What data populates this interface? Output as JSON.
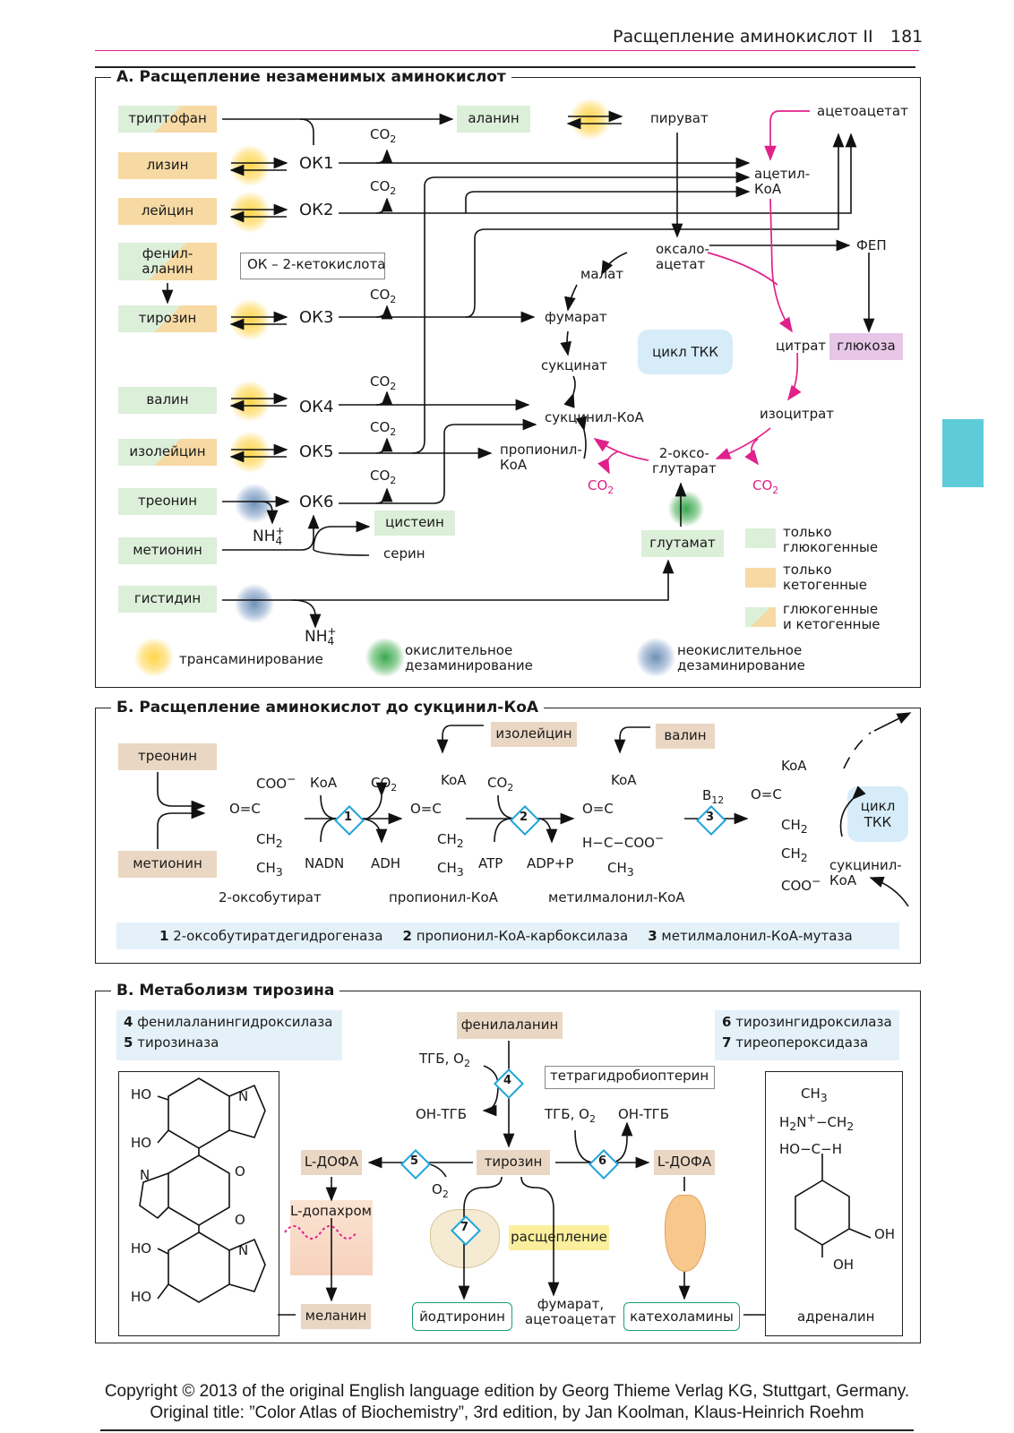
{
  "header": {
    "title": "Расщепление аминокислот II",
    "page": "181"
  },
  "panel_a": {
    "title": "А. Расщепление незаменимых аминокислот",
    "amino": [
      "триптофан",
      "лизин",
      "лейцин",
      "фенил-\nаланин",
      "тирозин",
      "валин",
      "изолейцин",
      "треонин",
      "метионин",
      "гистидин"
    ],
    "ok": [
      "ОК1",
      "ОК2",
      "ОК3",
      "ОК4",
      "ОК5",
      "ОК6"
    ],
    "ok_note": "ОК – 2-кетокислота",
    "co2": "CO",
    "two": "2",
    "alanin": "аланин",
    "piruvat": "пируват",
    "acetoacetat": "ацетоацетат",
    "acetil_koa": "ацетил-\nКоА",
    "oksaloacetat": "оксало-\nацетат",
    "fep": "ФЕП",
    "malat": "малат",
    "fumarat": "фумарат",
    "citrat": "цитрат",
    "glukoza": "глюкоза",
    "cycle": "цикл ТКК",
    "sukcinat": "сукцинат",
    "izocitrat": "изоцитрат",
    "sukcinil_koa": "сукцинил-КоА",
    "propionil_koa": "пропионил-\nКоА",
    "oksoglutarat": "2-оксо-\nглутарат",
    "glutamat": "глутамат",
    "cistein": "цистеин",
    "serin": "серин",
    "nh4": "NH",
    "nh4_sub": "4",
    "nh4_sup": "+",
    "legend": [
      "только\nглюкогенные",
      "только\nкетогенные",
      "глюкогенные\nи кетогенные"
    ],
    "legend_bottom": [
      "трансаминирование",
      "окислительное\nдезаминирование",
      "неокислительное\nдезаминирование"
    ]
  },
  "panel_b": {
    "title": "Б. Расщепление аминокислот до сукцинил-КоА",
    "treonin": "треонин",
    "metionin": "метионин",
    "izoleicin": "изолейцин",
    "valin": "валин",
    "koa": "КоА",
    "nadn": "NADN",
    "adh": "ADH",
    "atp": "ATP",
    "adp": "ADP+P",
    "b12": "B",
    "b12_sub": "12",
    "names": [
      "2-оксобутират",
      "пропионил-КоА",
      "метилмалонил-КоА"
    ],
    "cycle": "цикл\nТКК",
    "sukcinil": "сукцинил-\nКоА",
    "enzymes": [
      {
        "n": "1",
        "name": "2-оксобутиратдегидрогеназа"
      },
      {
        "n": "2",
        "name": "пропионил-КоА-карбоксилаза"
      },
      {
        "n": "3",
        "name": "метилмалонил-КоА-мутаза"
      }
    ]
  },
  "panel_c": {
    "title": "В. Метаболизм тирозина",
    "enz_left": [
      {
        "n": "4",
        "name": "фенилаланингидроксилаза"
      },
      {
        "n": "5",
        "name": "тирозиназа"
      }
    ],
    "enz_right": [
      {
        "n": "6",
        "name": "тирозингидроксилаза"
      },
      {
        "n": "7",
        "name": "тиреопероксидаза"
      }
    ],
    "fenilalanin": "фенилаланин",
    "tgb_o2": "ТГБ, O",
    "oh_tgb": "OH-ТГБ",
    "tetrahydro": "тетрагидробиоптерин",
    "tirozin": "тирозин",
    "ldopa": "L-ДОФА",
    "ldopachrom": "L-допахром",
    "o2": "O",
    "melanin": "меланин",
    "jodtironin": "йодтиронин",
    "rasscheplenie": "расщепление",
    "fumarat_aa": "фумарат,\nацетоацетат",
    "katecholaminy": "катехоламины",
    "adrenalin": "адреналин",
    "ho": "HO",
    "oh": "OH",
    "n": "N",
    "o": "O"
  },
  "copyright": [
    "Copyright © 2013 of the original English language edition by Georg Thieme Verlag KG, Stuttgart, Germany.",
    "Original title: ”Color Atlas of Biochemistry”, 3rd edition, by Jan Koolman, Klaus-Heinrich Roehm"
  ],
  "colors": {
    "glucogenic": "#dcefd9",
    "ketogenic": "#f6d9a3",
    "glutamat": "#dcefd9",
    "pink_arrows": "#e0218a",
    "cycle_bg": "#d6ecf8",
    "side_tab": "#5ecbd8",
    "enzyme_diamond": "#1fa4d8"
  }
}
